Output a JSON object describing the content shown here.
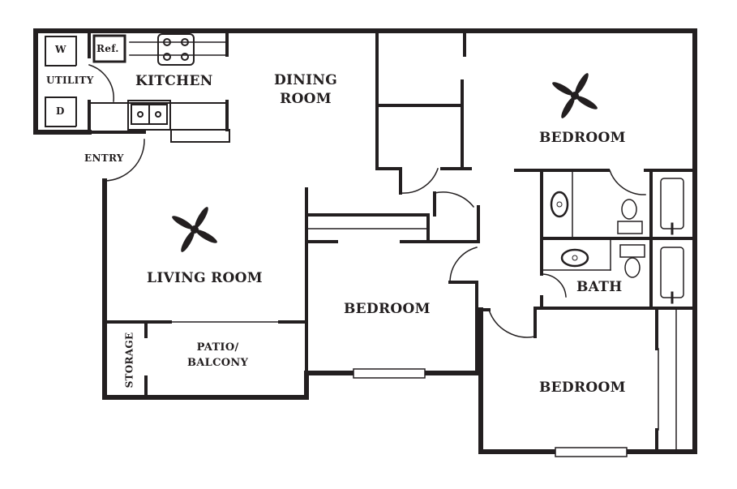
{
  "floorplan": {
    "colors": {
      "wall": "#231f20",
      "background": "#ffffff"
    },
    "rooms": {
      "kitchen": "KITCHEN",
      "dining": [
        "DINING",
        "ROOM"
      ],
      "utility": "UTILITY",
      "washer": "W",
      "dryer": "D",
      "refrigerator": "Ref.",
      "entry": "ENTRY",
      "living": "LIVING ROOM",
      "storage": "STORAGE",
      "patio": [
        "PATIO/",
        "BALCONY"
      ],
      "bedroom_master": "BEDROOM",
      "bedroom_middle": "BEDROOM",
      "bedroom_lower": "BEDROOM",
      "bath": "BATH"
    },
    "fixtures": [
      "ceiling-fan",
      "ceiling-fan",
      "stove",
      "sink",
      "toilet",
      "toilet",
      "bathtub",
      "bathtub",
      "vanity-sink",
      "vanity-sink",
      "washer",
      "dryer",
      "refrigerator"
    ]
  }
}
